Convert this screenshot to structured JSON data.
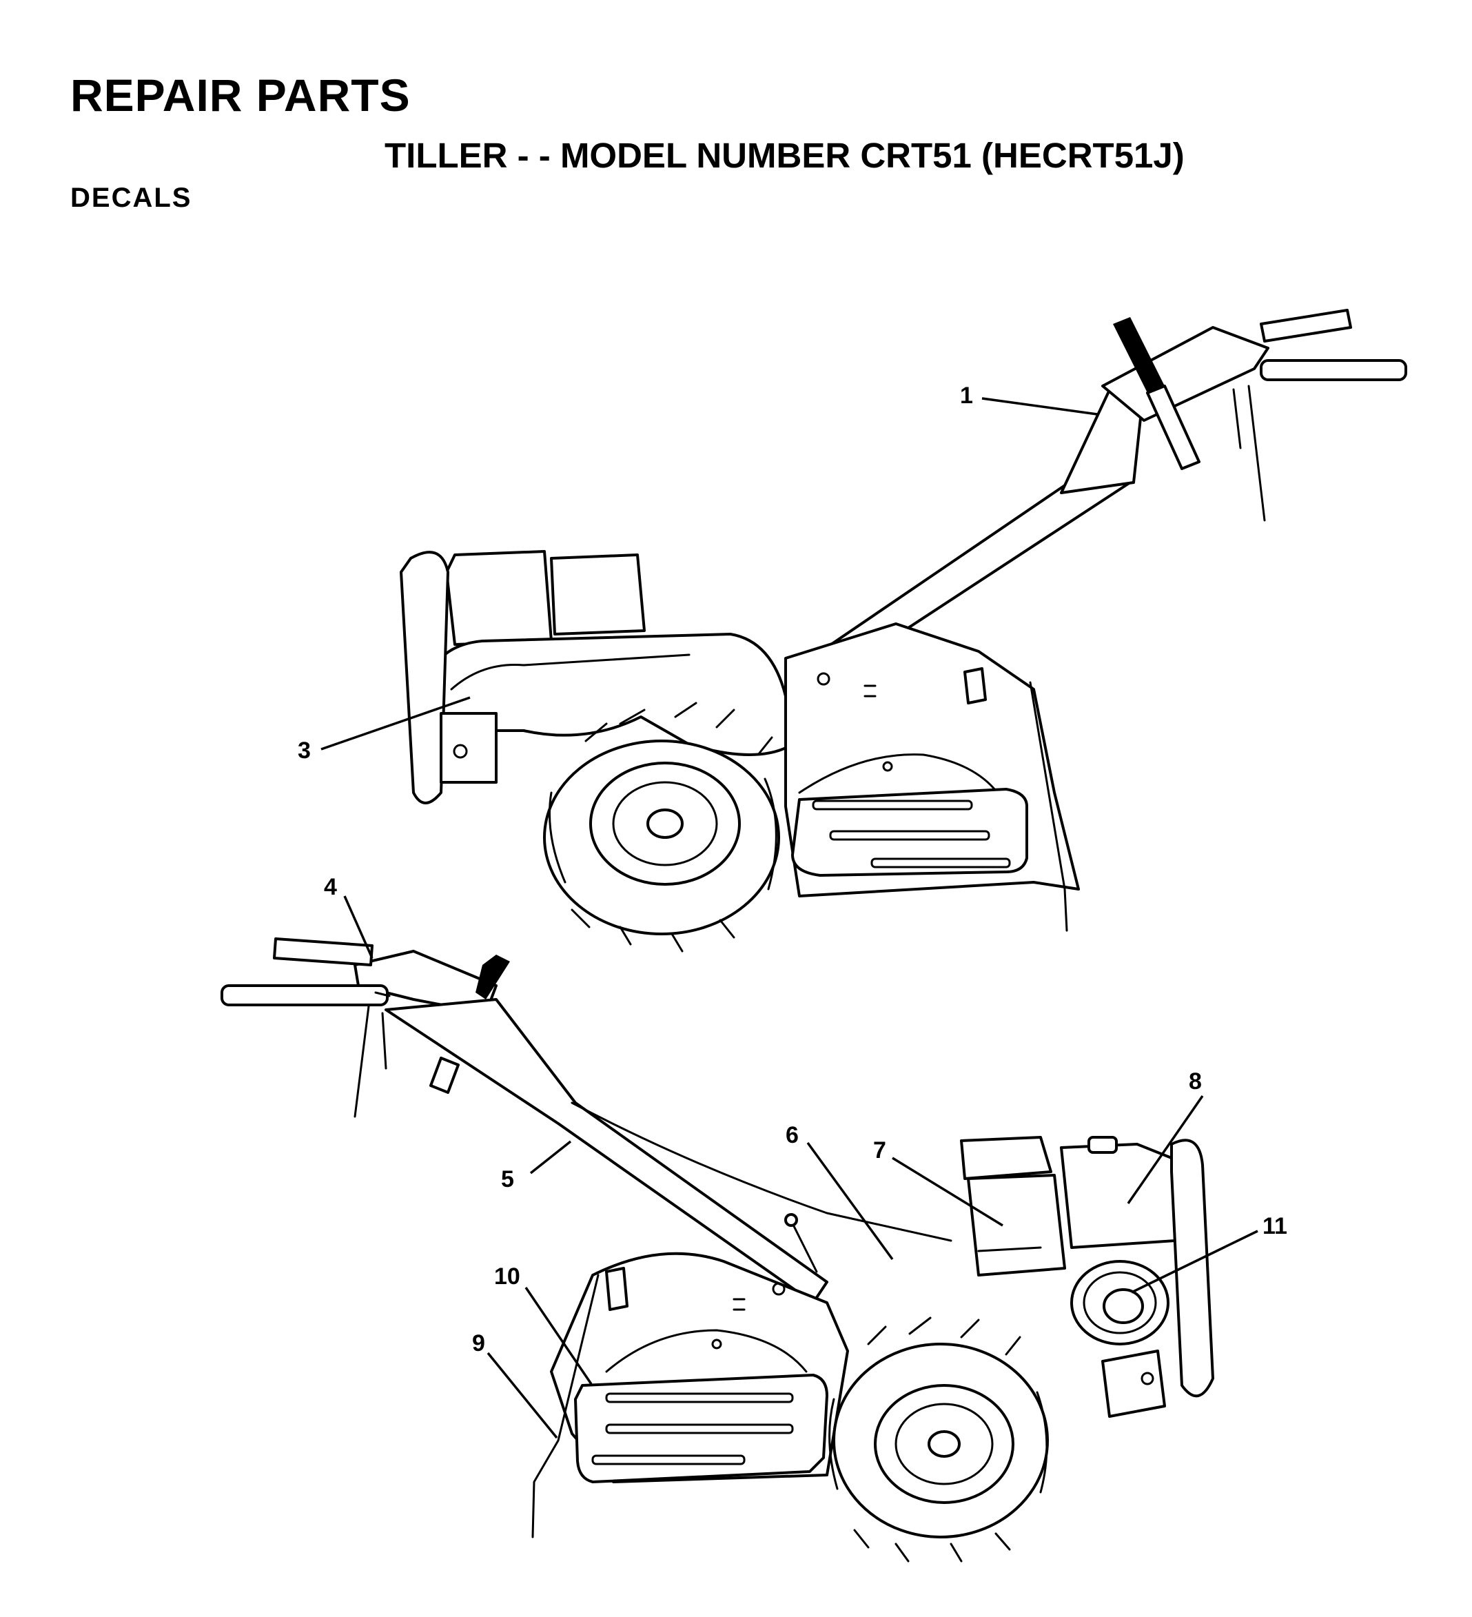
{
  "header": {
    "title": "REPAIR PARTS",
    "subtitle": "TILLER - - MODEL NUMBER CRT51 (HECRT51J)",
    "section": "DECALS"
  },
  "callouts": [
    "1",
    "3",
    "4",
    "5",
    "6",
    "7",
    "8",
    "9",
    "10",
    "11"
  ]
}
